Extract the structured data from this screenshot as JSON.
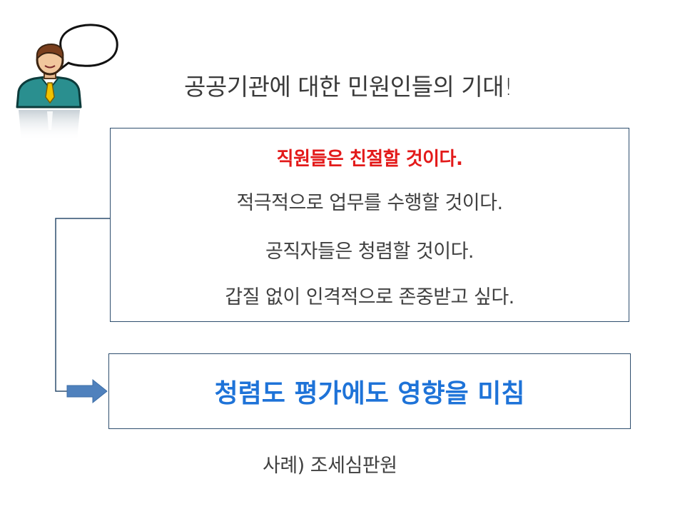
{
  "title": "공공기관에 대한 민원인들의 기대!",
  "expectations": [
    "직원들은 친절할 것이다.",
    "적극적으로 업무를 수행할 것이다.",
    "공직자들은 청렴할 것이다.",
    "갑질 없이 인격적으로 존중받고 싶다."
  ],
  "result": "청렴도 평가에도 영향을 미침",
  "caption": "사례) 조세심판원",
  "colors": {
    "highlight": "#e31a1a",
    "result": "#1e73d8",
    "box_border": "#2e4e6e",
    "arrow": "#4f81bd"
  },
  "icons": [
    "speaking-person-icon",
    "speech-bubble-icon",
    "right-arrow-icon"
  ]
}
